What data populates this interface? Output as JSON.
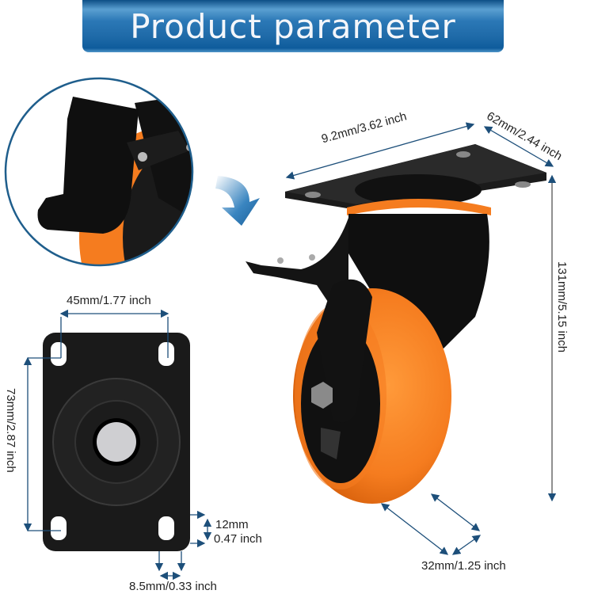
{
  "header": {
    "title": "Product parameter"
  },
  "dimensions": {
    "top_plate_length": "9.2mm/3.62 inch",
    "top_plate_width": "62mm/2.44 inch",
    "overall_height": "131mm/5.15 inch",
    "wheel_width": "32mm/1.25 inch",
    "hole_spacing_width": "45mm/1.77 inch",
    "hole_spacing_length": "73mm/2.87 inch",
    "slot_length_mm": "12mm",
    "slot_length_inch": "0.47 inch",
    "slot_width": "8.5mm/0.33 inch"
  },
  "colors": {
    "banner_blue": "#1f6aa8",
    "arrow_blue": "#1d4f7a",
    "wheel_orange": "#f57c1f",
    "metal_black": "#141414"
  }
}
